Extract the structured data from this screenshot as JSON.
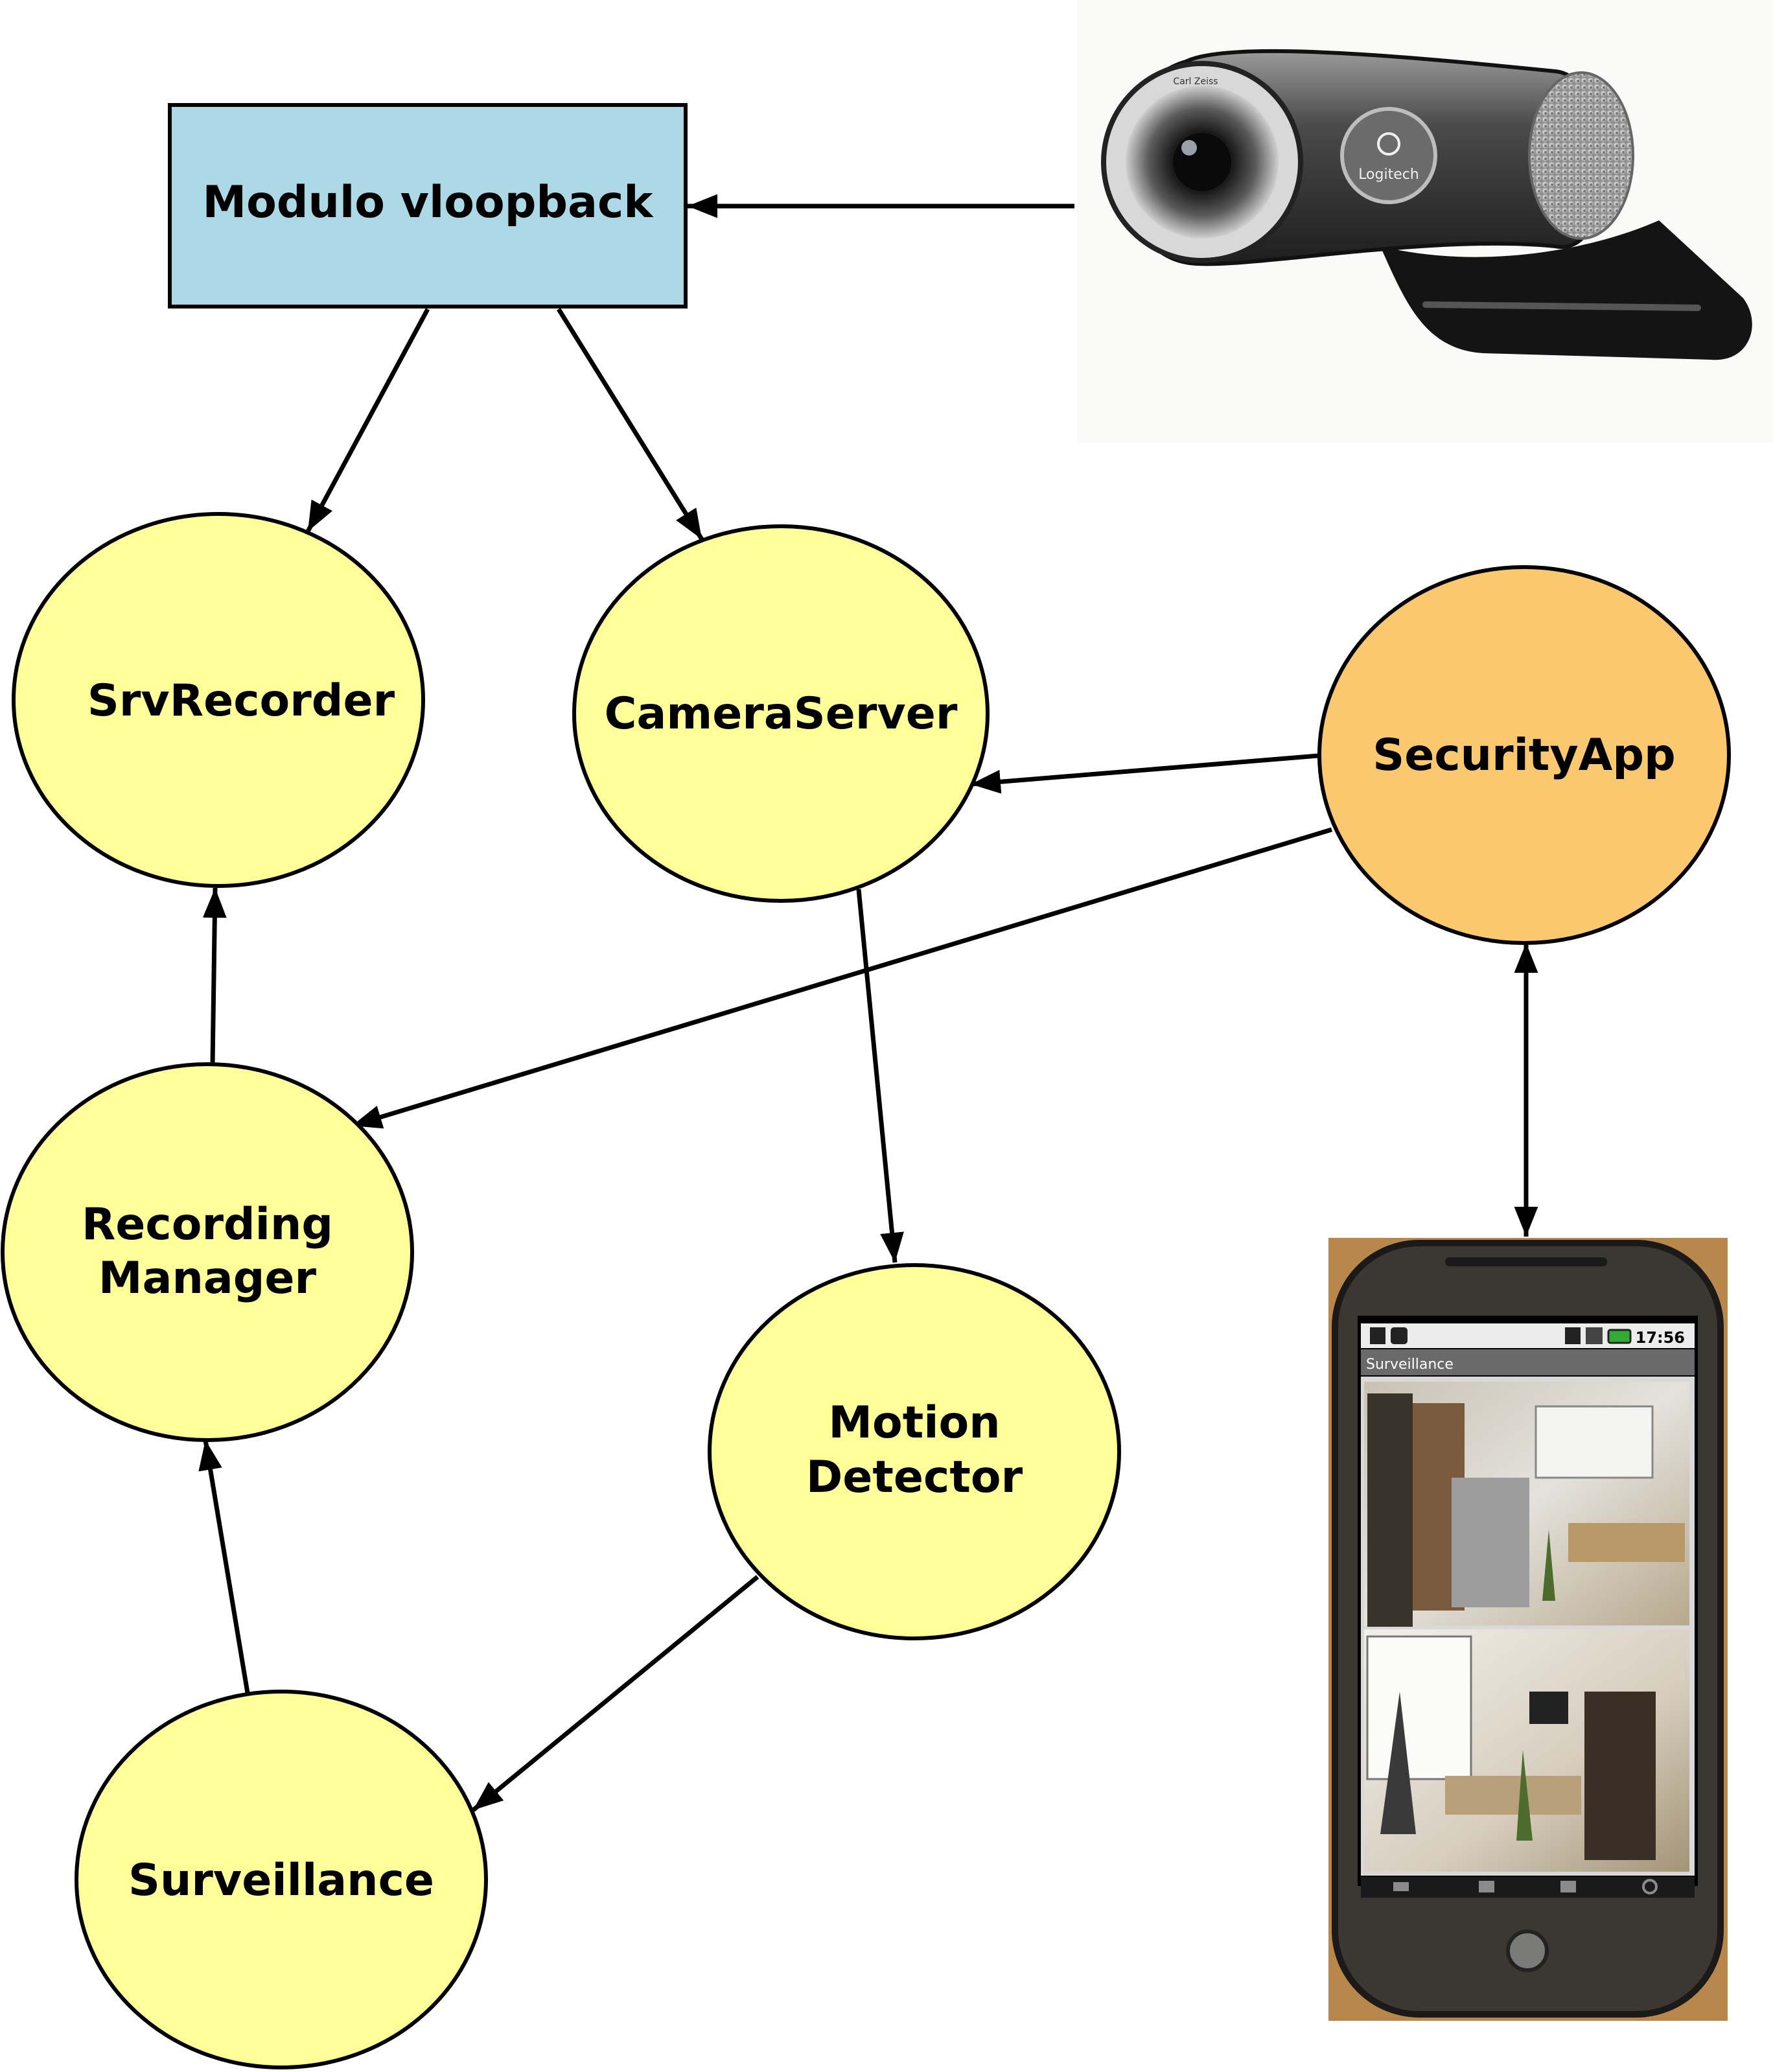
{
  "colors": {
    "box_fill": "#add8e6",
    "node_fill": "#ffff99",
    "security_fill": "#fac86e",
    "stroke": "#000000"
  },
  "box": {
    "label": "Modulo vloopback"
  },
  "nodes": {
    "srv_recorder": {
      "label": "SrvRecorder"
    },
    "camera_server": {
      "label": "CameraServer"
    },
    "security_app": {
      "label": "SecurityApp"
    },
    "recording_manager": {
      "line1": "Recording",
      "line2": "Manager"
    },
    "motion_detector": {
      "line1": "Motion",
      "line2": "Detector"
    },
    "surveillance": {
      "label": "Surveillance"
    }
  },
  "webcam": {
    "brand": "Logitech",
    "lens_text": "Carl Zeiss",
    "icon": "webcam-icon"
  },
  "phone": {
    "time": "17:56",
    "app_title": "Surveillance",
    "icons": [
      "usb-icon",
      "android-icon",
      "wifi-icon",
      "signal-icon",
      "battery-icon",
      "back-icon",
      "menu-icon",
      "home-icon",
      "search-icon"
    ]
  },
  "edges": [
    {
      "from": "webcam",
      "to": "box",
      "direction": "forward"
    },
    {
      "from": "box",
      "to": "srv_recorder",
      "direction": "forward"
    },
    {
      "from": "box",
      "to": "camera_server",
      "direction": "forward"
    },
    {
      "from": "security_app",
      "to": "camera_server",
      "direction": "forward"
    },
    {
      "from": "security_app",
      "to": "recording_manager",
      "direction": "forward"
    },
    {
      "from": "security_app",
      "to": "phone",
      "direction": "both"
    },
    {
      "from": "camera_server",
      "to": "motion_detector",
      "direction": "forward"
    },
    {
      "from": "recording_manager",
      "to": "srv_recorder",
      "direction": "forward"
    },
    {
      "from": "surveillance",
      "to": "recording_manager",
      "direction": "forward"
    },
    {
      "from": "motion_detector",
      "to": "surveillance",
      "direction": "forward"
    }
  ]
}
